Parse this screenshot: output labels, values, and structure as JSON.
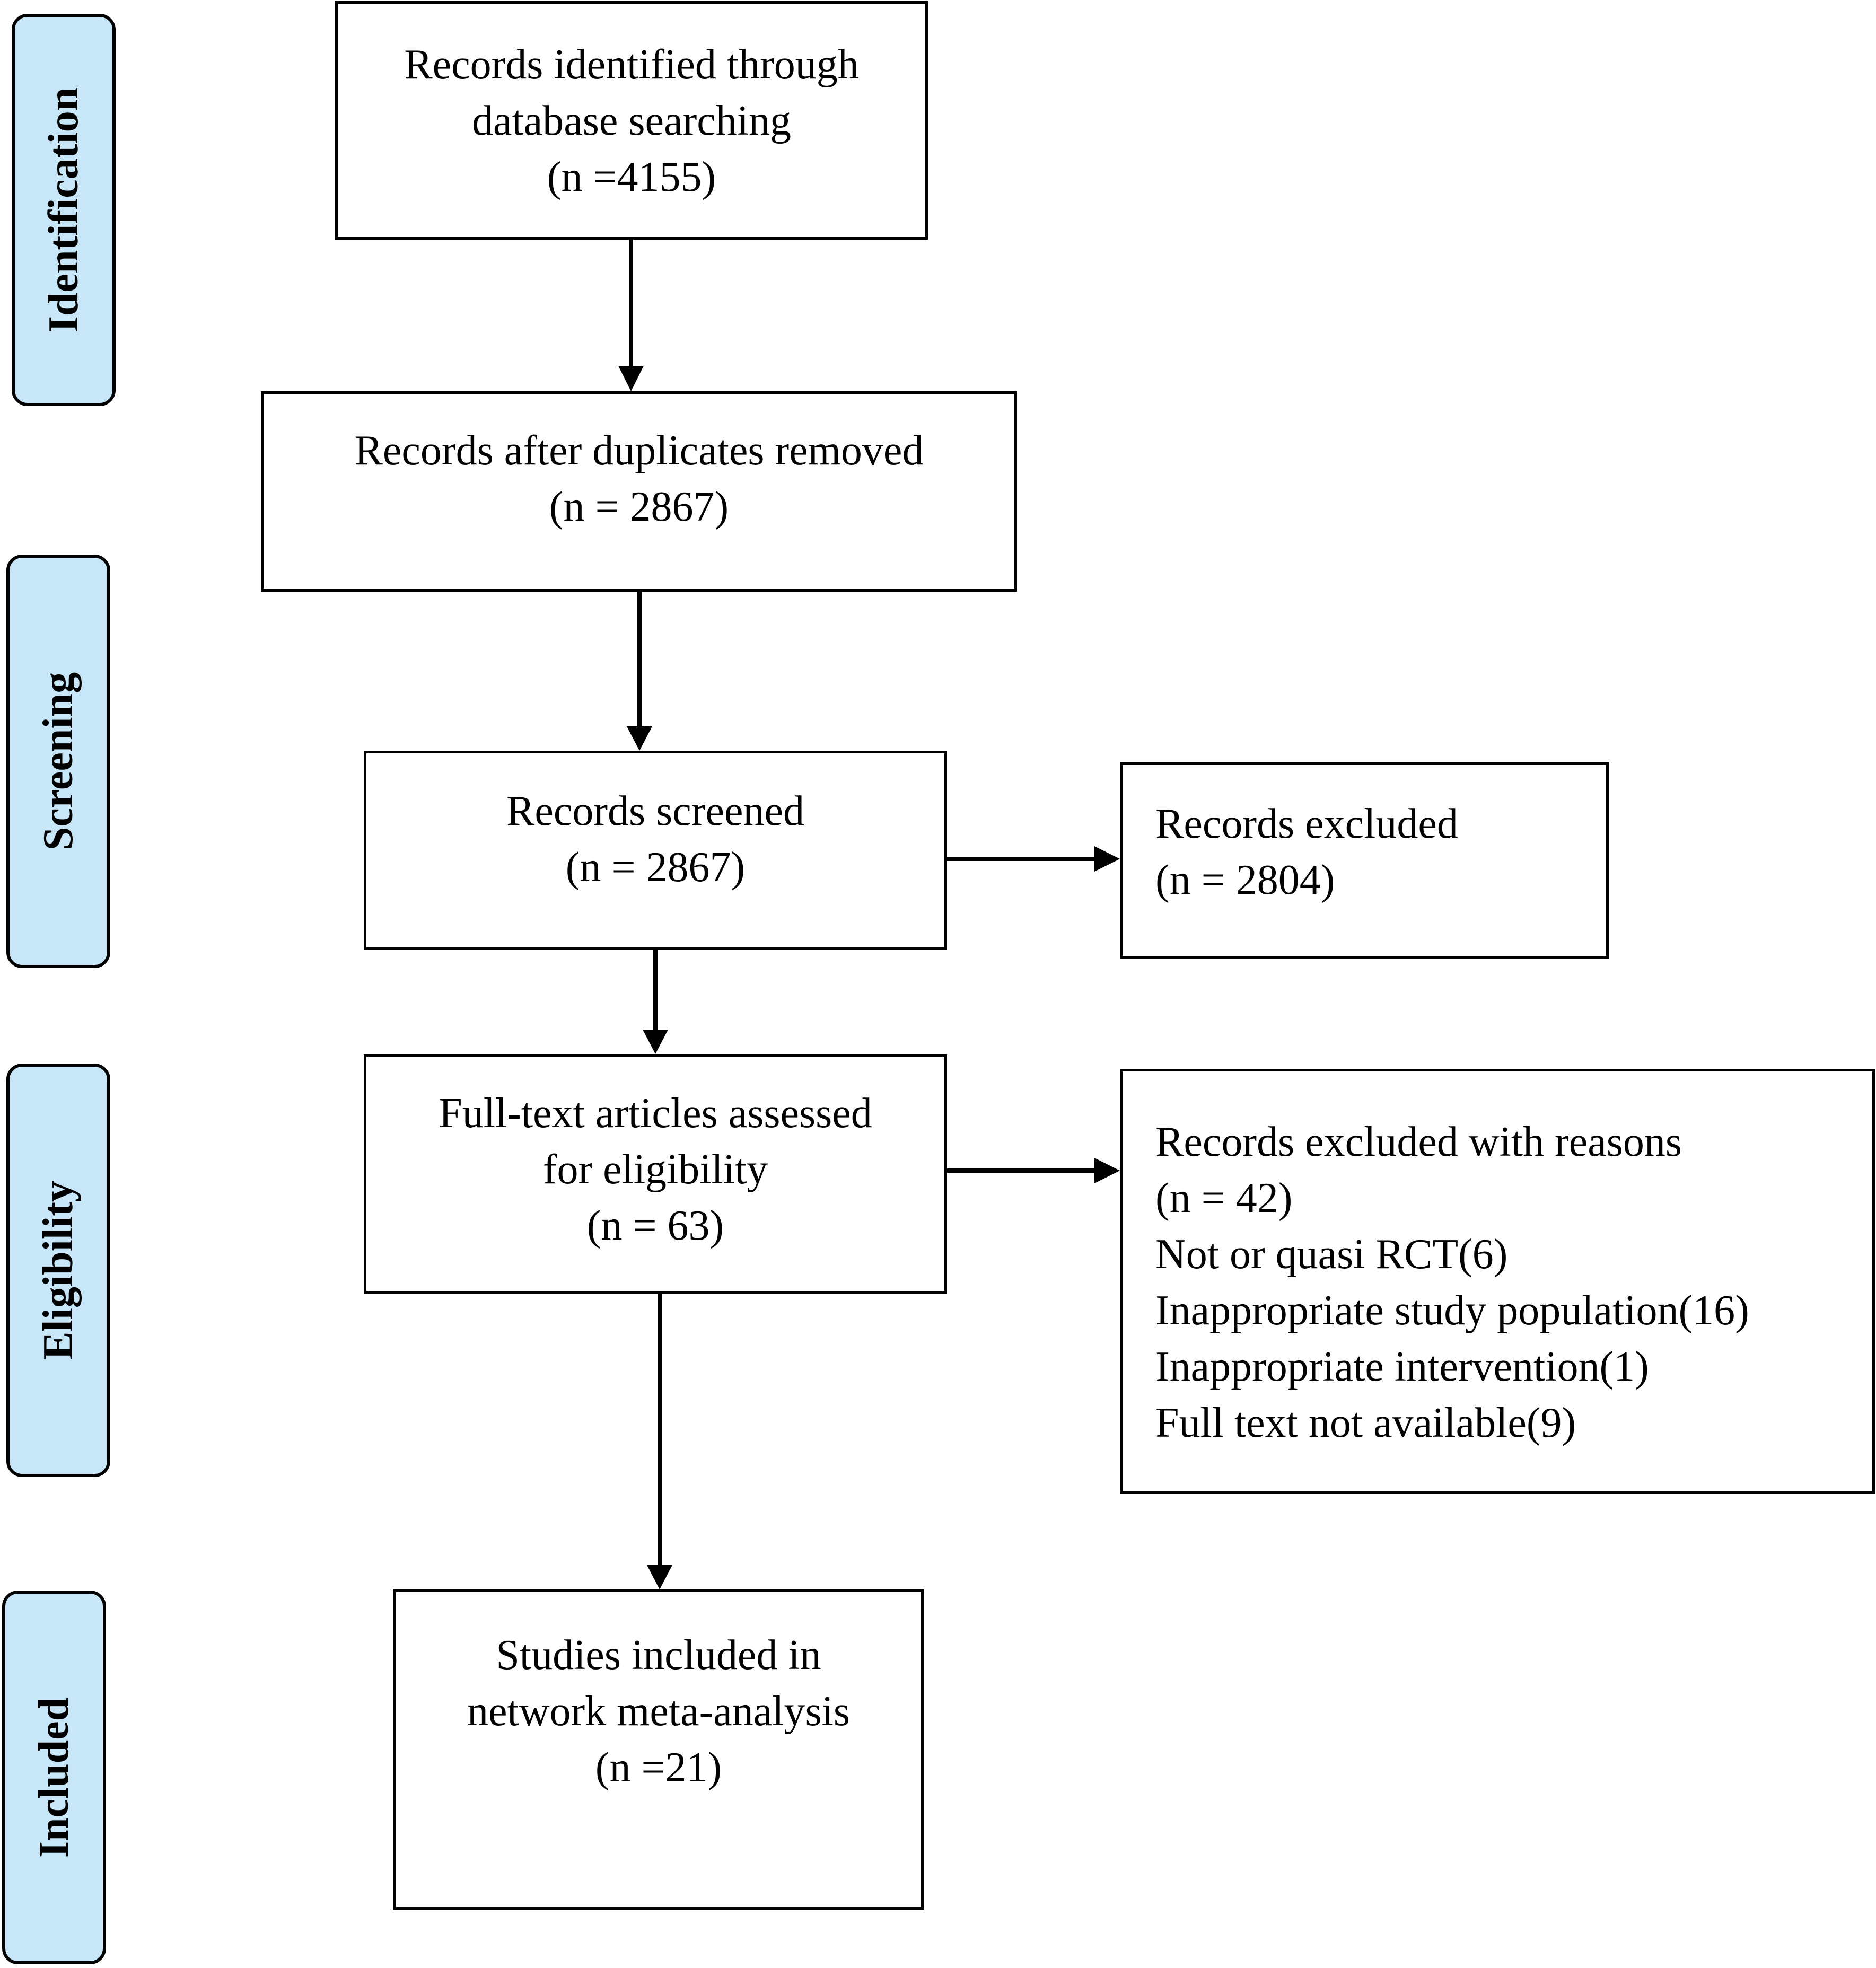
{
  "phases": {
    "identification": "Identification",
    "screening": "Screening",
    "eligibility": "Eligibility",
    "included": "Included"
  },
  "boxes": {
    "identified": {
      "line1": "Records identified through",
      "line2": "database searching",
      "line3": "(n =4155)"
    },
    "duplicates_removed": {
      "line1": "Records after duplicates removed",
      "line2": "(n = 2867)"
    },
    "screened": {
      "line1": "Records screened",
      "line2": "(n = 2867)"
    },
    "excluded": {
      "line1": "Records excluded",
      "line2": "(n = 2804)"
    },
    "fulltext": {
      "line1": "Full-text articles assessed",
      "line2": "for eligibility",
      "line3": "(n = 63)"
    },
    "excluded_reasons": {
      "line1": "Records excluded  with reasons",
      "line2": "(n = 42)",
      "line3": "Not or quasi RCT(6)",
      "line4": "Inappropriate study population(16)",
      "line5": "Inappropriate intervention(1)",
      "line6": "Full text not available(9)"
    },
    "included": {
      "line1": "Studies included in",
      "line2": "network meta-analysis",
      "line3": "(n =21)"
    }
  },
  "colors": {
    "phase_fill": "#c7e6f7",
    "stroke": "#000000",
    "box_fill": "#ffffff"
  }
}
